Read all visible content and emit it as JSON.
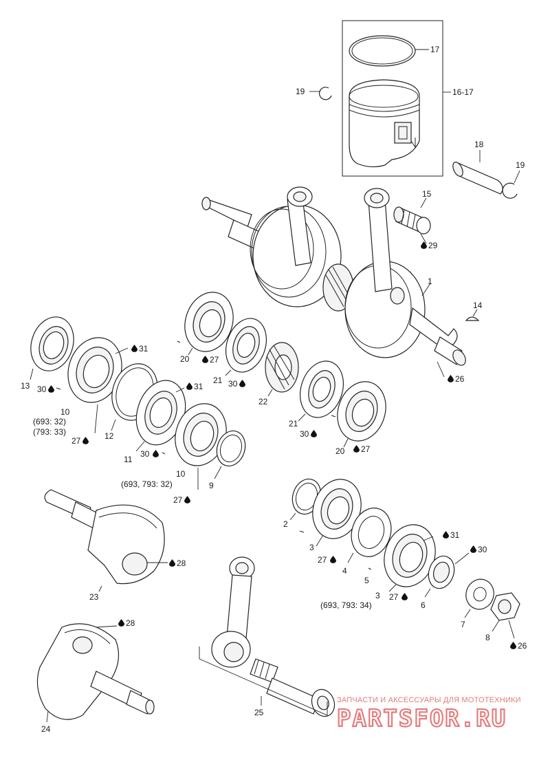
{
  "labels": {
    "l17": "17",
    "l16_17": "16-17",
    "l19a": "19",
    "l18": "18",
    "l19b": "19",
    "l15": "15",
    "l29": "29",
    "l1": "1",
    "l14": "14",
    "l26a": "26",
    "l31a": "31",
    "l13": "13",
    "l30a": "30",
    "l10a": "10",
    "l10a_note1": "(693: 32)",
    "l10a_note2": "(793: 33)",
    "l27a": "27",
    "l12": "12",
    "l31b": "31",
    "l11": "11",
    "l30b": "30",
    "l10b": "10",
    "l10b_note": "(693, 793: 32)",
    "l27b": "27",
    "l9": "9",
    "l20a": "20",
    "l27c": "27",
    "l21a": "21",
    "l30c": "30",
    "l22": "22",
    "l21b": "21",
    "l30d": "30",
    "l20b": "20",
    "l27d": "27",
    "l28a": "28",
    "l23": "23",
    "l2": "2",
    "l3a": "3",
    "l27e": "27",
    "l4": "4",
    "l5": "5",
    "l31c": "31",
    "l30e": "30",
    "l3b": "3",
    "l3b_note": "(693, 793: 34)",
    "l27f": "27",
    "l6": "6",
    "l7": "7",
    "l8": "8",
    "l26b": "26",
    "l28b": "28",
    "l24": "24",
    "l25": "25"
  },
  "watermark": {
    "caption": "ЗАПЧАСТИ И АКСЕССУАРЫ ДЛЯ МОТОТЕХНИКИ",
    "logo_text": "PARTSFOR.RU",
    "color": "#e67c7c"
  },
  "icons": {
    "lubricant": "oil-drop-icon"
  }
}
